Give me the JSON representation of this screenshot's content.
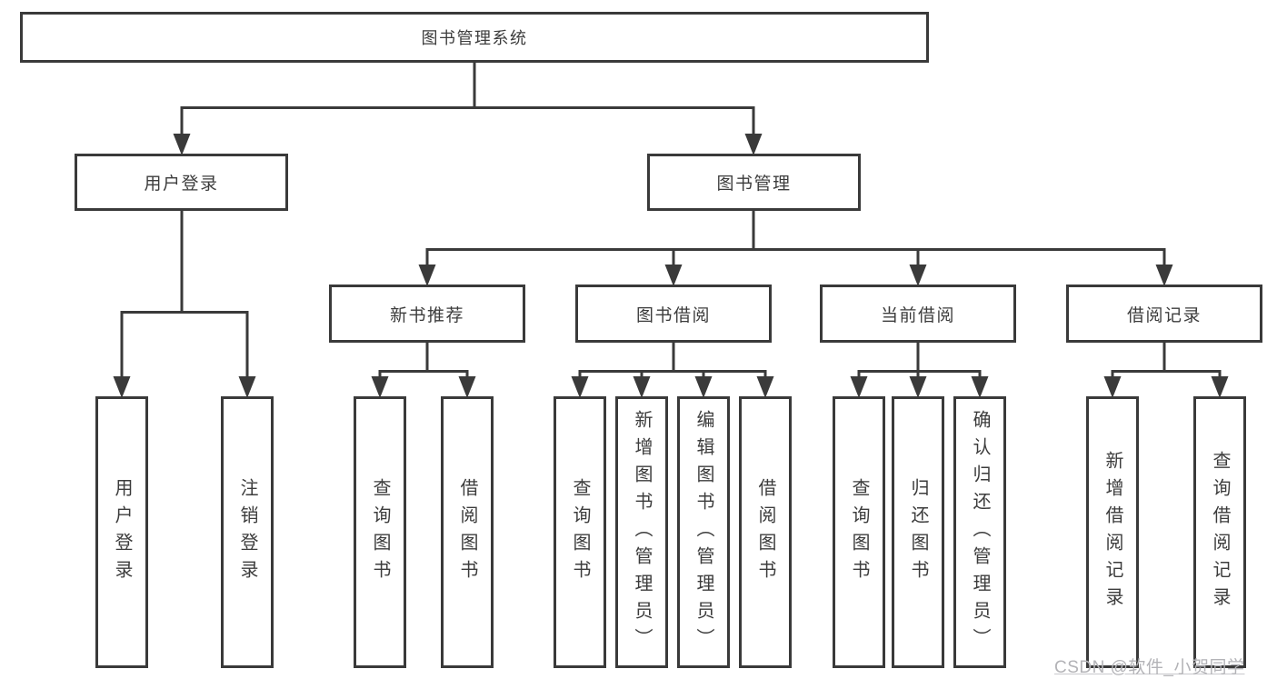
{
  "tree": {
    "label": "图书管理系统",
    "children": [
      {
        "label": "用户登录",
        "children": [
          {
            "label": "用户登录"
          },
          {
            "label": "注销登录"
          }
        ]
      },
      {
        "label": "图书管理",
        "children": [
          {
            "label": "新书推荐",
            "children": [
              {
                "label": "查询图书"
              },
              {
                "label": "借阅图书"
              }
            ]
          },
          {
            "label": "图书借阅",
            "children": [
              {
                "label": "查询图书"
              },
              {
                "label": "新增图书（管理员）"
              },
              {
                "label": "编辑图书（管理员）"
              },
              {
                "label": "借阅图书"
              }
            ]
          },
          {
            "label": "当前借阅",
            "children": [
              {
                "label": "查询图书"
              },
              {
                "label": "归还图书"
              },
              {
                "label": "确认归还（管理员）"
              }
            ]
          },
          {
            "label": "借阅记录",
            "children": [
              {
                "label": "新增借阅记录"
              },
              {
                "label": "查询借阅记录"
              }
            ]
          }
        ]
      }
    ]
  },
  "watermark": "CSDN @软件_小贺同学",
  "colors": {
    "line": "#3a3a3a",
    "box_border": "#3a3a3a",
    "text": "#3c3c3c",
    "watermark_text": "#b3b3b7",
    "background": "#ffffff"
  }
}
